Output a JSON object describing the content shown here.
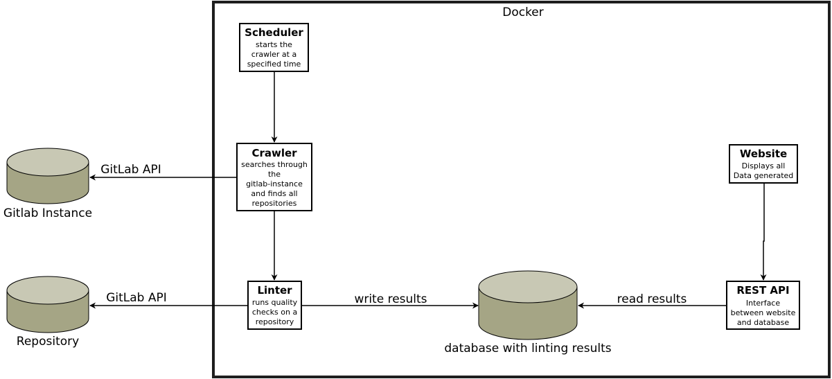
{
  "container": {
    "title": "Docker"
  },
  "nodes": {
    "scheduler": {
      "title": "Scheduler",
      "desc": [
        "starts the",
        "crawler at a",
        "specified time"
      ]
    },
    "crawler": {
      "title": "Crawler",
      "desc": [
        "searches through",
        "the",
        "gitlab-instance",
        "and finds all",
        "repositories"
      ]
    },
    "linter": {
      "title": "Linter",
      "desc": [
        "runs quality",
        "checks on a",
        "repository"
      ]
    },
    "website": {
      "title": "Website",
      "desc": [
        "Displays all",
        "Data generated"
      ]
    },
    "rest_api": {
      "title": "REST API",
      "desc": [
        "Interface",
        "between website",
        "and database"
      ]
    }
  },
  "stores": {
    "gitlab_instance": {
      "label": "Gitlab Instance"
    },
    "repository": {
      "label": "Repository"
    },
    "database": {
      "label": "database with linting results"
    }
  },
  "edges": {
    "crawler_to_gitlab": "GitLab API",
    "linter_to_repo": "GitLab API",
    "linter_to_db": "write results",
    "rest_to_db": "read results"
  },
  "colors": {
    "cylinder_body": "#a5a585",
    "cylinder_top": "#c8c8b4",
    "stroke": "#000000",
    "container_border": "#1e1e1e"
  }
}
